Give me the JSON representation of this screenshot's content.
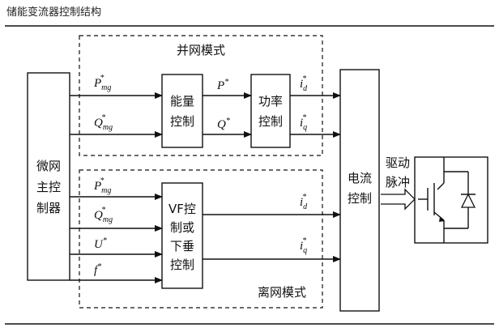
{
  "page_title": "储能变流器控制结构",
  "grid_mode_label": "并网模式",
  "offgrid_mode_label": "离网模式",
  "blocks": {
    "main_controller": [
      "微网",
      "主控",
      "制器"
    ],
    "energy_ctrl": [
      "能量",
      "控制"
    ],
    "power_ctrl": [
      "功率",
      "控制"
    ],
    "current_ctrl": [
      "电流",
      "控制"
    ],
    "vf_ctrl": [
      "VF控",
      "制或",
      "下垂",
      "控制"
    ]
  },
  "drive_pulse": [
    "驱动",
    "脉冲"
  ],
  "signals": {
    "p_mg": {
      "base": "P",
      "sup": "*",
      "sub": "mg"
    },
    "q_mg": {
      "base": "Q",
      "sup": "*",
      "sub": "mg"
    },
    "p_ref": {
      "base": "P",
      "sup": "*",
      "sub": ""
    },
    "q_ref": {
      "base": "Q",
      "sup": "*",
      "sub": ""
    },
    "i_d": {
      "base": "i",
      "sup": "*",
      "sub": "d"
    },
    "i_q": {
      "base": "i",
      "sup": "*",
      "sub": "q"
    },
    "u_ref": {
      "base": "U",
      "sup": "*",
      "sub": ""
    },
    "f_ref": {
      "base": "f",
      "sup": "*",
      "sub": ""
    }
  },
  "icons": {
    "igbt_switch": "igbt-diode-icon"
  }
}
